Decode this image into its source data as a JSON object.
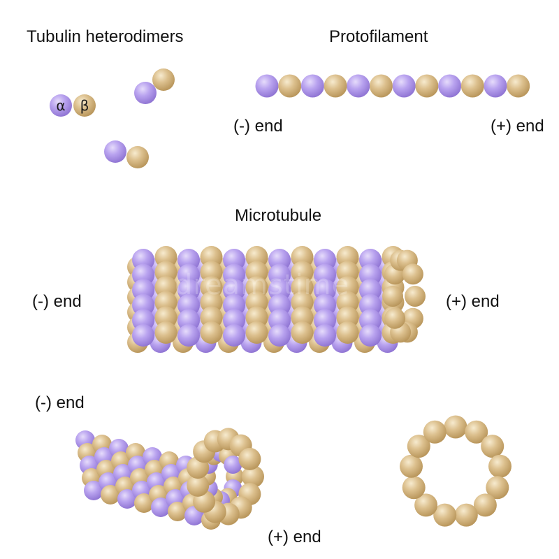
{
  "colors": {
    "alpha": "#b9a3ef",
    "beta": "#dcc08e",
    "background": "#ffffff"
  },
  "heterodimers": {
    "title": "Tubulin heterodimers",
    "alpha_symbol": "α",
    "beta_symbol": "β"
  },
  "protofilament": {
    "title": "Protofilament",
    "minus_end": "(-) end",
    "plus_end": "(+) end"
  },
  "microtubule": {
    "title": "Microtubule",
    "minus_end": "(-) end",
    "plus_end": "(+) end"
  },
  "perspective_view": {
    "minus_end": "(-) end",
    "plus_end": "(+) end"
  },
  "watermark": "dreamstime"
}
